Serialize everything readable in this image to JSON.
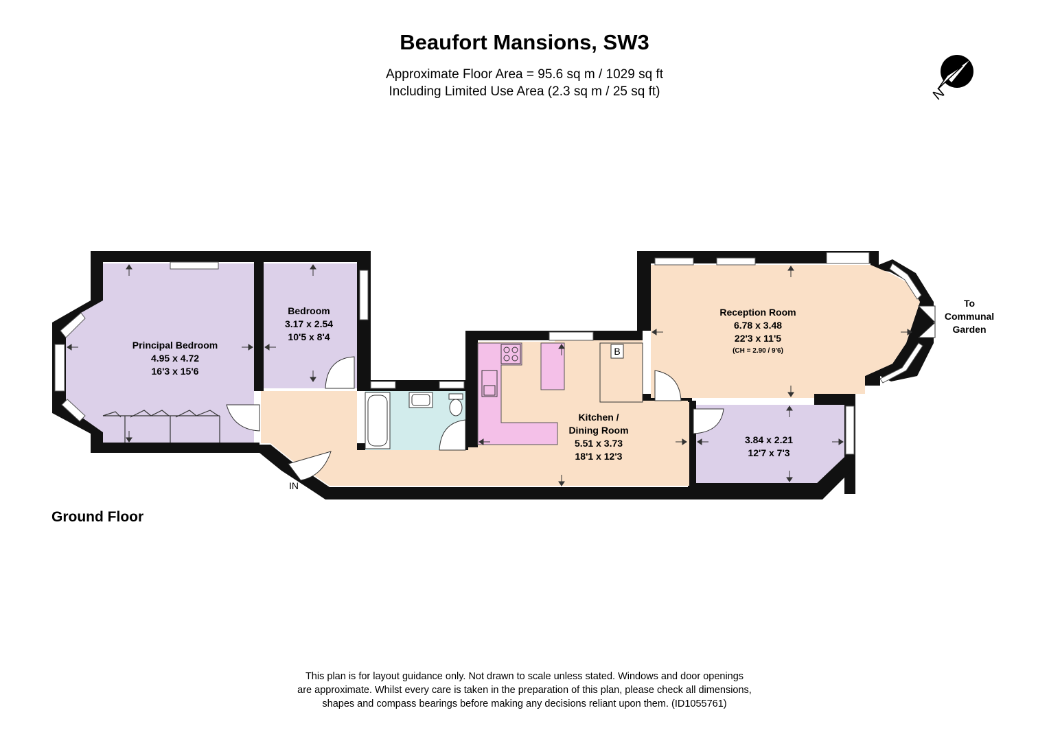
{
  "title": "Beaufort Mansions, SW3",
  "subtitle": {
    "line1": "Approximate Floor Area = 95.6 sq m / 1029 sq ft",
    "line2": "Including Limited Use Area (2.3 sq m / 25 sq ft)"
  },
  "compass": {
    "label": "N"
  },
  "floor_label": "Ground Floor",
  "entrance_label": "IN",
  "rooms": {
    "principal_bedroom": {
      "name": "Principal Bedroom",
      "metric": "4.95 x 4.72",
      "imperial": "16'3 x 15'6"
    },
    "bedroom": {
      "name": "Bedroom",
      "metric": "3.17 x 2.54",
      "imperial": "10'5 x 8'4"
    },
    "reception": {
      "name": "Reception Room",
      "metric": "6.78 x 3.48",
      "imperial": "22'3 x 11'5",
      "ceiling": "(CH = 2.90 / 9'6)"
    },
    "kitchen": {
      "name_line1": "Kitchen /",
      "name_line2": "Dining Room",
      "metric": "5.51 x 3.73",
      "imperial": "18'1 x 12'3"
    },
    "small_room": {
      "metric": "3.84 x 2.21",
      "imperial": "12'7 x 7'3"
    }
  },
  "boiler_label": "B",
  "garden_label": {
    "line1": "To",
    "line2": "Communal",
    "line3": "Garden"
  },
  "colors": {
    "wall": "#111111",
    "bedroom_fill": "#dcd0e9",
    "hall_fill": "#fae0c7",
    "bathroom_fill": "#d2ecec",
    "kitchen_units": "#f4c0e8"
  },
  "disclaimer": {
    "line1": "This plan is for layout guidance only. Not drawn to scale unless stated. Windows and door openings",
    "line2": "are approximate. Whilst every care is taken in the preparation of this plan, please check all dimensions,",
    "line3": "shapes and compass bearings before making any decisions reliant upon them. (ID1055761)"
  }
}
